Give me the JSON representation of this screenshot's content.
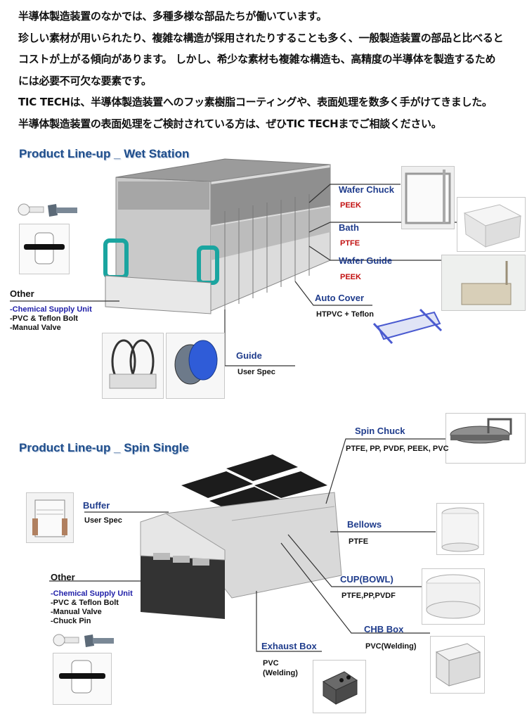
{
  "intro": {
    "lines": [
      "半導体製造装置のなかでは、多種多様な部品たちが働いています。",
      "珍しい素材が用いられたり、複雑な構造が採用されたりすることも多く、一般製造装置の部品と比べると",
      "コストが上がる傾向があります。 しかし、希少な素材も複雑な構造も、高精度の半導体を製造するため",
      "には必要不可欠な要素です。",
      "TIC TECHは、半導体製造装置へのフッ素樹脂コーティングや、表面処理を数多く手がけてきました。",
      "半導体製造装置の表面処理をご検討されている方は、ぜひTIC TECHまでご相談ください。"
    ]
  },
  "wet_station": {
    "title": "Product Line-up _ Wet Station",
    "wafer_chuck": {
      "label": "Wafer Chuck",
      "material": "PEEK"
    },
    "bath": {
      "label": "Bath",
      "material": "PTFE"
    },
    "wafer_guide": {
      "label": "Wafer Guide",
      "material": "PEEK"
    },
    "auto_cover": {
      "label": "Auto Cover",
      "material": "HTPVC + Teflon"
    },
    "guide": {
      "label": "Guide",
      "material": "User Spec"
    },
    "other": {
      "label": "Other",
      "items": [
        "-Chemical Supply Unit",
        "-PVC & Teflon Bolt",
        "-Manual Valve"
      ]
    }
  },
  "spin_single": {
    "title": "Product Line-up _ Spin Single",
    "spin_chuck": {
      "label": "Spin Chuck",
      "material": "PTFE, PP, PVDF, PEEK, PVC"
    },
    "buffer": {
      "label": "Buffer",
      "material": "User Spec"
    },
    "bellows": {
      "label": "Bellows",
      "material": "PTFE"
    },
    "cup_bowl": {
      "label": "CUP(BOWL)",
      "material": "PTFE,PP,PVDF"
    },
    "chb_box": {
      "label": "CHB Box",
      "material": "PVC(Welding)"
    },
    "exhaust_box": {
      "label": "Exhaust Box",
      "material_1": "PVC",
      "material_2": "(Welding)"
    },
    "other": {
      "label": "Other",
      "items": [
        "-Chemical Supply Unit",
        "-PVC & Teflon Bolt",
        "-Manual Valve",
        "-Chuck Pin"
      ]
    }
  },
  "colors": {
    "title_blue": "#1f4e8c",
    "label_blue": "#1f3c8c",
    "material_red": "#c21010",
    "machine_teal": "#1aa5a0"
  }
}
